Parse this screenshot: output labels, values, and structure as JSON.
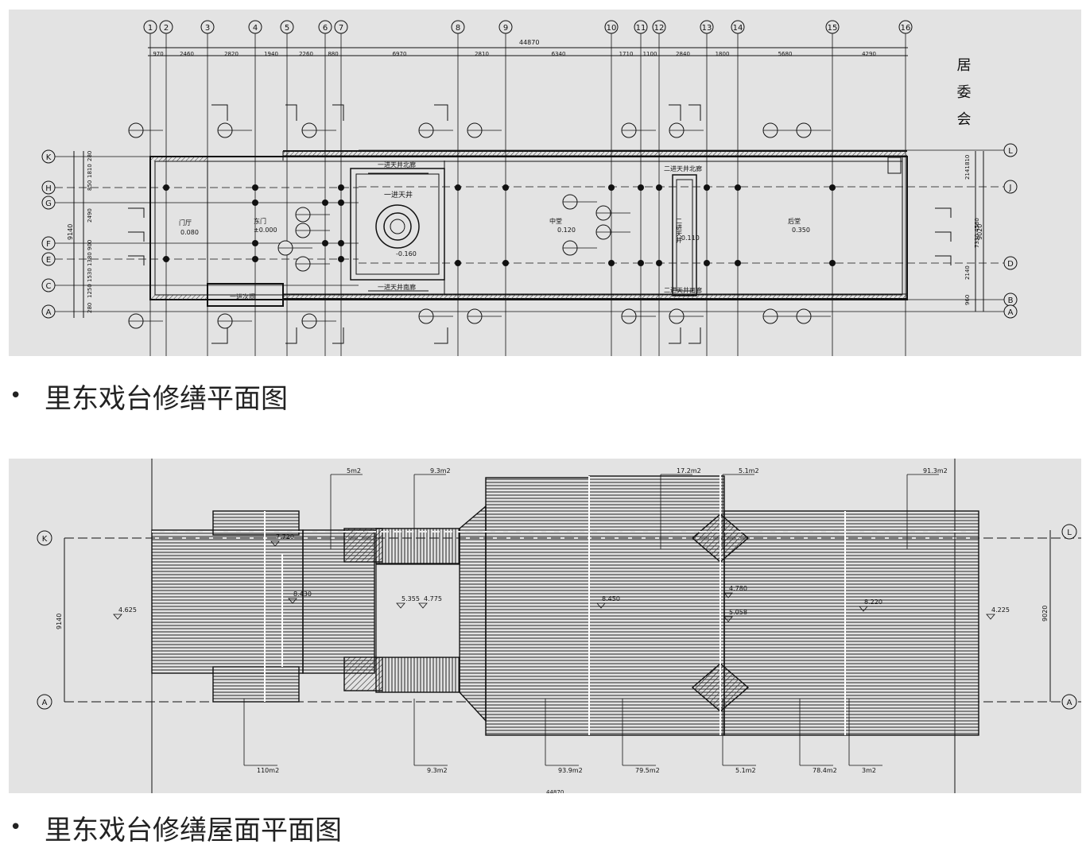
{
  "floor_plan": {
    "caption": "里东戏台修缮平面图",
    "column_grid_labels": [
      "1",
      "2",
      "3",
      "4",
      "5",
      "6",
      "7",
      "8",
      "9",
      "10",
      "11",
      "12",
      "13",
      "14",
      "15",
      "16"
    ],
    "row_grid_labels_left": [
      "K",
      "H",
      "G",
      "F",
      "E",
      "C",
      "A"
    ],
    "row_grid_labels_right": [
      "L",
      "J",
      "D",
      "B",
      "A"
    ],
    "total_dimension": "44870",
    "bay_dimensions": [
      "970",
      "2460",
      "2820",
      "1940",
      "2260",
      "880",
      "6970",
      "2810",
      "6340",
      "1710",
      "1100",
      "2840",
      "1800",
      "5680",
      "4290"
    ],
    "left_side_dimensions": [
      "280",
      "1810",
      "850",
      "2490",
      "900",
      "1380",
      "1530",
      "1250",
      "280"
    ],
    "left_total": "9140",
    "right_side_dimensions": [
      "810",
      "2141",
      "4560",
      "7330",
      "2140",
      "960"
    ],
    "right_total": "9020",
    "vertical_label": "居委会",
    "rooms": [
      {
        "name": "一进天井",
        "elev": "-0.160"
      },
      {
        "name": "一进天井北廊",
        "elev": ""
      },
      {
        "name": "一进天井南廊",
        "elev": ""
      },
      {
        "name": "门厅",
        "elev": "0.080"
      },
      {
        "name": "东门",
        "elev": "±0.000"
      },
      {
        "name": "中堂",
        "elev": "0.120"
      },
      {
        "name": "二进天井",
        "elev": "-0.110"
      },
      {
        "name": "二进天井北廊",
        "elev": ""
      },
      {
        "name": "二进天井南廊",
        "elev": ""
      },
      {
        "name": "后堂",
        "elev": "0.350"
      },
      {
        "name": "一进次间",
        "elev": ""
      }
    ]
  },
  "roof_plan": {
    "caption": "里东戏台修缮屋面平面图",
    "row_labels": [
      "K",
      "A",
      "L",
      "A"
    ],
    "left_dimension": "9140",
    "right_dimension": "9020",
    "bottom_dimension": "44870",
    "elevations": [
      "4.625",
      "7.720",
      "8.430",
      "5.355",
      "4.775",
      "8.450",
      "4.780",
      "5.058",
      "8.220",
      "4.225"
    ],
    "area_tags_top": [
      "5m2",
      "9.3m2",
      "17.2m2",
      "5.1m2",
      "91.3m2"
    ],
    "area_tags_bottom": [
      "110m2",
      "9.3m2",
      "93.9m2",
      "79.5m2",
      "5.1m2",
      "78.4m2",
      "3m2"
    ]
  }
}
